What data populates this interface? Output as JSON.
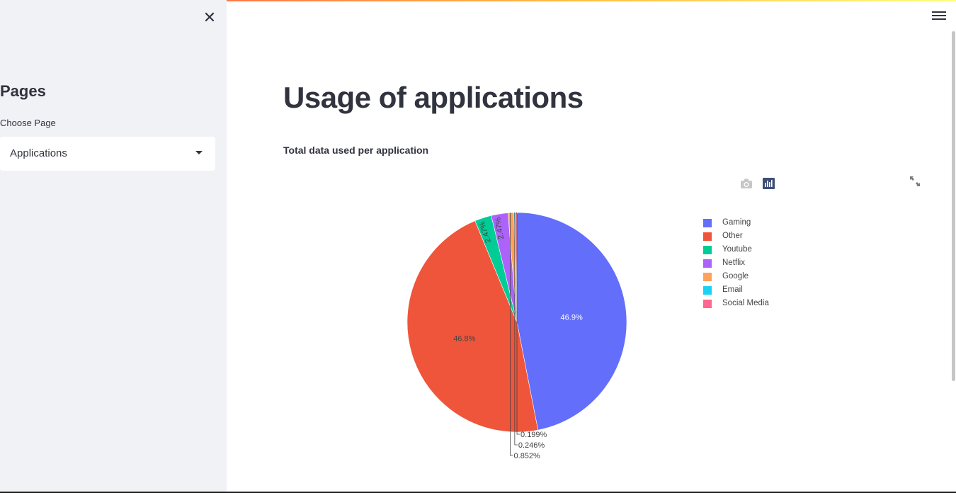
{
  "sidebar": {
    "close_icon": "close-icon",
    "title": "Pages",
    "select_label": "Choose Page",
    "select_value": "Applications"
  },
  "main": {
    "menu_icon": "hamburger-menu-icon",
    "title": "Usage of applications",
    "chart_heading": "Total data used per application",
    "toolbar": [
      "camera-icon",
      "bar-chart-icon"
    ],
    "fullscreen_icon": "expand-icon"
  },
  "chart_data": {
    "type": "pie",
    "labels": [
      "Gaming",
      "Other",
      "Youtube",
      "Netflix",
      "Google",
      "Email",
      "Social Media"
    ],
    "values": [
      46.9,
      46.8,
      2.47,
      2.47,
      0.852,
      0.246,
      0.199
    ],
    "value_labels": [
      "46.9%",
      "46.8%",
      "2.47%",
      "2.47%",
      "0.852%",
      "0.246%",
      "0.199%"
    ],
    "colors": [
      "#636efa",
      "#ef553b",
      "#00cc96",
      "#ab63fa",
      "#ffa15a",
      "#19d3f3",
      "#ff6692"
    ],
    "legend_position": "right"
  }
}
